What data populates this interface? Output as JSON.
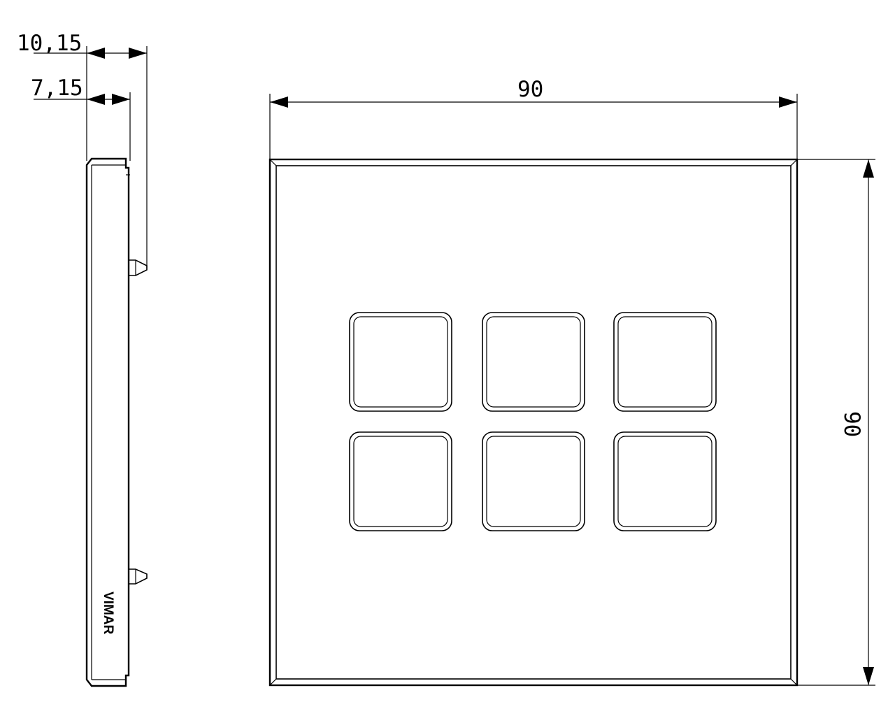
{
  "drawing": {
    "dimensions": {
      "overall_depth": "10,15",
      "plate_depth": "7,15",
      "width": "90",
      "height": "90"
    },
    "brand_mark": "VIMAR",
    "button_grid": {
      "rows": 2,
      "columns": 3
    },
    "colors": {
      "line": "#000000",
      "background": "#ffffff"
    }
  }
}
